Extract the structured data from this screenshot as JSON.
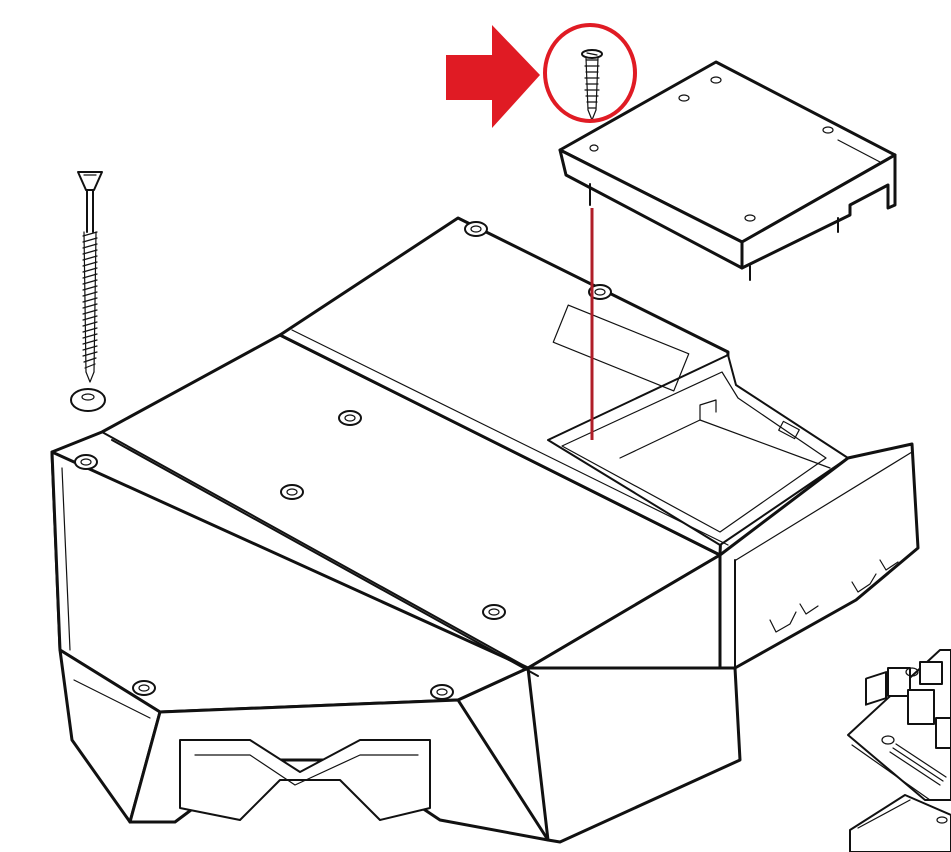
{
  "colors": {
    "line": "#111111",
    "background": "#ffffff",
    "highlight": "#e01b24"
  },
  "icons": {
    "pointer": "right-arrow-icon",
    "target_marker": "circle-highlight"
  },
  "parts": [
    "main-enclosure",
    "cover-plate",
    "small-screw",
    "long-screw",
    "washer",
    "circuit-board"
  ]
}
